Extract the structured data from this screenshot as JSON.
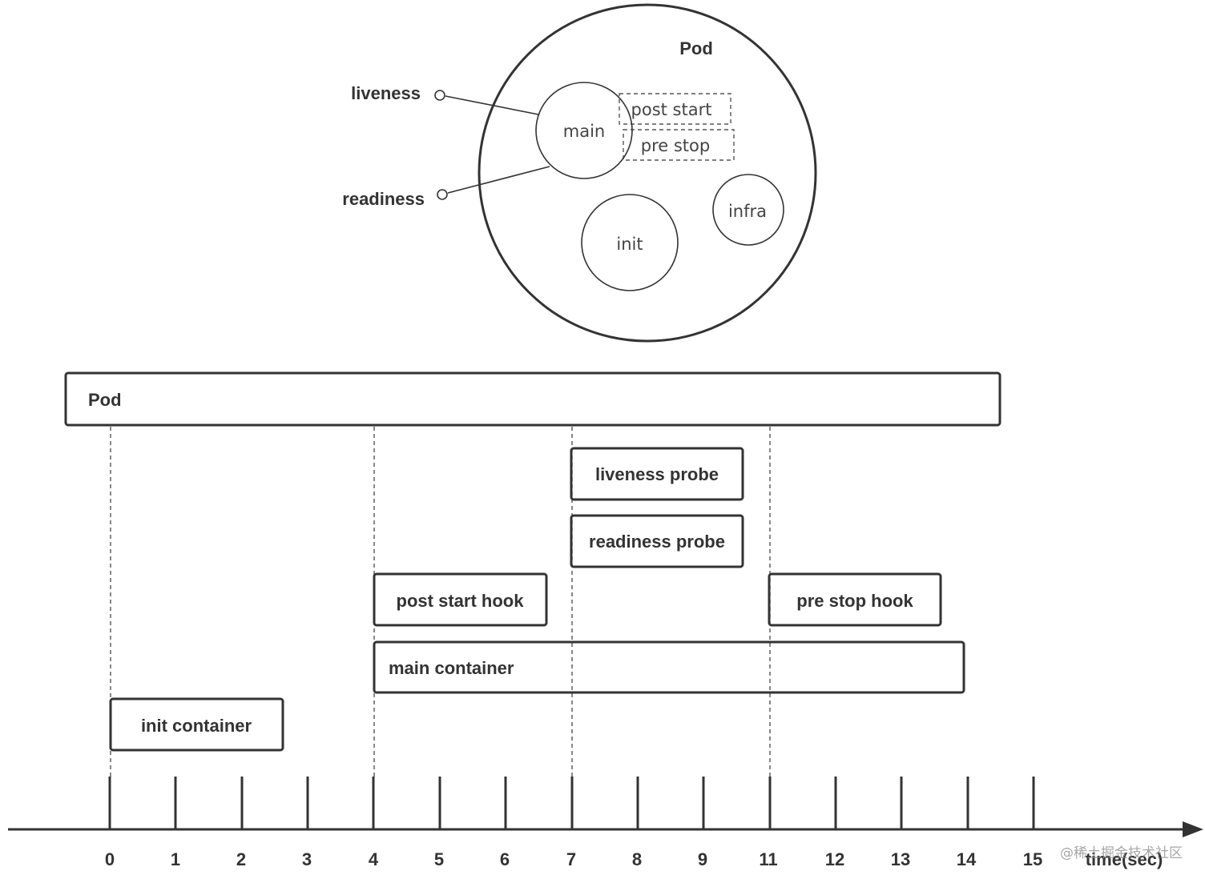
{
  "pod_diagram": {
    "title": "Pod",
    "main": "main",
    "post_start": "post start",
    "pre_stop": "pre stop",
    "init": "init",
    "infra": "infra",
    "liveness": "liveness",
    "readiness": "readiness"
  },
  "timeline": {
    "axis_label": "time(sec)",
    "ticks": [
      "0",
      "1",
      "2",
      "3",
      "4",
      "5",
      "6",
      "7",
      "8",
      "9",
      "11",
      "12",
      "13",
      "14",
      "15"
    ],
    "bars": {
      "pod": "Pod",
      "liveness_probe": "liveness probe",
      "readiness_probe": "readiness probe",
      "post_start_hook": "post start hook",
      "pre_stop_hook": "pre stop hook",
      "main_container": "main container",
      "init_container": "init container"
    }
  },
  "watermark": "@稀土掘金技术社区",
  "colors": {
    "stroke": "#333333",
    "background": "#ffffff"
  }
}
